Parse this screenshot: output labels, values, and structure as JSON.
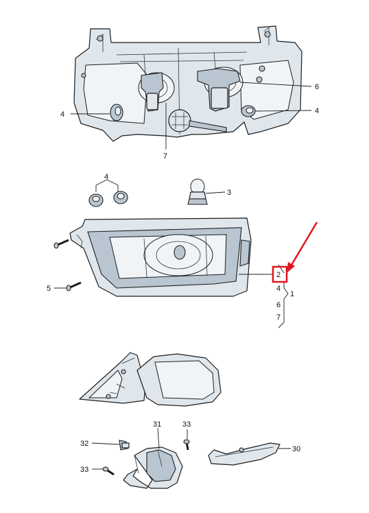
{
  "callouts": {
    "headlight_bulb_cap_left": "4",
    "headlight_bulb_cap_right": "4",
    "headlight_socket_upper": "6",
    "headlight_socket_lower": "7",
    "grommets": "4",
    "fog_bulb": "3",
    "fog_screw": "5",
    "fog_lamp": "2",
    "fog_sub_4": "4",
    "fog_sub_1": "1",
    "fog_sub_6": "6",
    "fog_sub_7": "7",
    "mirror_bracket": "31",
    "mirror_screw_top": "33",
    "mirror_bolt": "32",
    "mirror_screw_bottom": "33",
    "mirror_trim": "30"
  },
  "colors": {
    "highlight_box": "#e0141e",
    "arrow": "#e0141e"
  }
}
